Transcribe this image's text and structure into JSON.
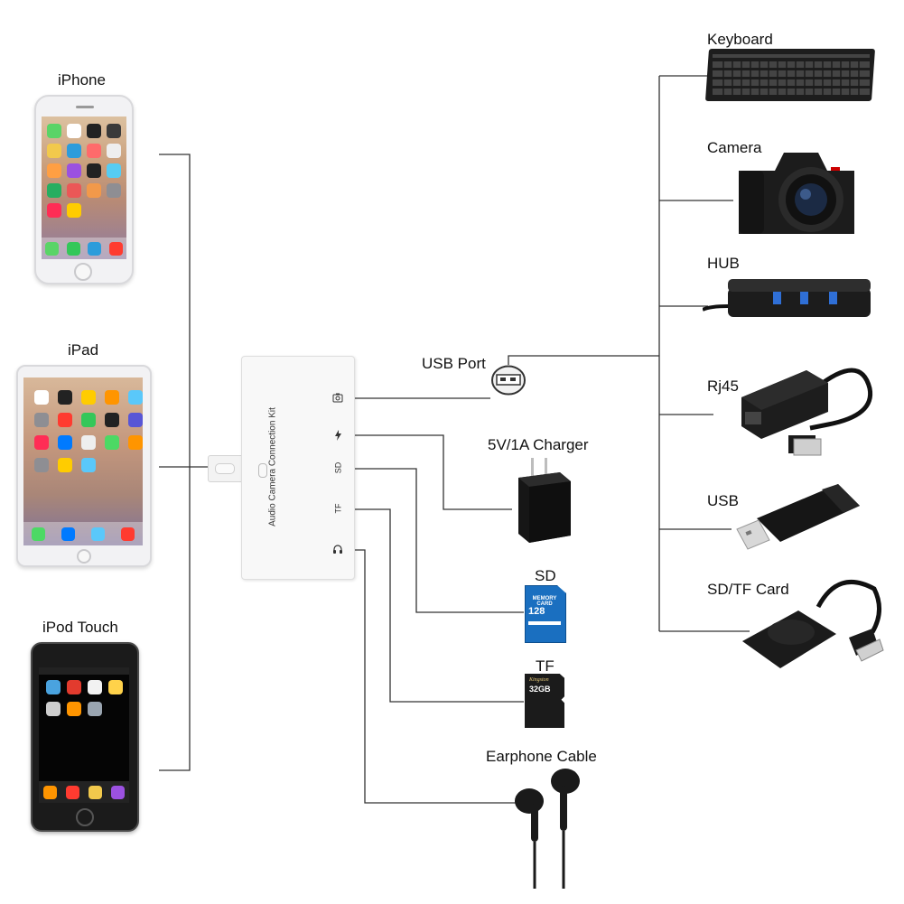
{
  "left_devices": [
    {
      "label": "iPhone"
    },
    {
      "label": "iPad"
    },
    {
      "label": "iPod Touch"
    }
  ],
  "adapter": {
    "kit_label": "Audio Camera Connection Kit",
    "ports": [
      {
        "label": "",
        "icon": "camera-icon"
      },
      {
        "label": "",
        "icon": "lightning-icon"
      },
      {
        "label": "SD"
      },
      {
        "label": "TF"
      },
      {
        "label": "",
        "icon": "headphone-icon"
      }
    ]
  },
  "middle_items": [
    {
      "label": "USB Port"
    },
    {
      "label": "5V/1A  Charger"
    },
    {
      "label": "SD"
    },
    {
      "label": "TF"
    },
    {
      "label": "Earphone Cable"
    }
  ],
  "right_devices": [
    {
      "label": "Keyboard"
    },
    {
      "label": "Camera"
    },
    {
      "label": "HUB"
    },
    {
      "label": "Rj45"
    },
    {
      "label": "USB"
    },
    {
      "label": "SD/TF Card"
    }
  ],
  "sd_card": {
    "top": "MEMORY CARD",
    "capacity": "128"
  },
  "tf_card": {
    "brand": "Kingston",
    "capacity": "32GB"
  },
  "colors": {
    "wire": "#333333",
    "card_blue": "#1a6fc0",
    "device_black": "#1c1c1c"
  }
}
